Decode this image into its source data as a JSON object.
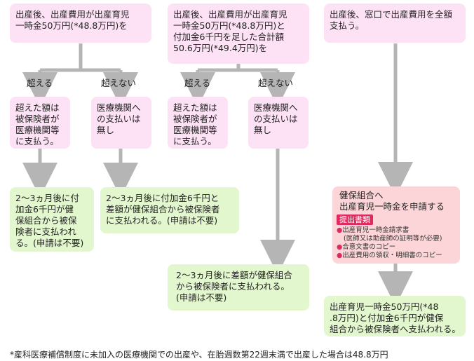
{
  "top": [
    "出産後、出産費用が出産育児\n一時金50万円(*48.8万円)を",
    "出産後、出産費用が出産育児\n一時金50万円(*48.8万円)と\n付加金6千円を足した合計額\n50.6万円(*49.4万円)を",
    "出産後、窓口で出産費用を全額\n支払う。"
  ],
  "labels": {
    "exceed": "超える",
    "not_exceed": "超えない"
  },
  "mid": {
    "exceed": "超えた額は\n被保険者が\n医療機関等\nに支払う。",
    "none": "医療機関へ\nの支払いは\n無し"
  },
  "results": {
    "r1": "2～3ヵ月後に付\n加金6千円が健\n保組合から被保\n険者に支払われ\nる。(申請は不要)",
    "r2": "2～3ヵ月後に付加金6千円と\n差額が健保組合から被保険者\nに支払われる。(申請は不要)",
    "r3": "2～3ヵ月後に差額が健保組合\nから被保険者に支払われる。\n(申請は不要)",
    "r4": "出産育児一時金50万円(*48\n.8万円)と付加金6千円が健保\n組合から被保険者へ支払われる。"
  },
  "apply": {
    "title": "健保組合へ\n出産育児一時金を申請する",
    "badge": "提出書類",
    "items": [
      "出産育児一時金請求書",
      "(医師又は助産師の証明等が必要)",
      "合意文書のコピー",
      "出産費用の領収・明細書のコピー"
    ]
  },
  "footnote": "*産科医療補償制度に未加入の医療機関での出産や、在胎週数第22週末満で出産した場合は48.8万円",
  "colors": {
    "pink": "#fde1f5",
    "green": "#e3f7cf",
    "rose": "#fbd5d7",
    "line": "#b5b5b5",
    "accent": "#e0295f"
  }
}
